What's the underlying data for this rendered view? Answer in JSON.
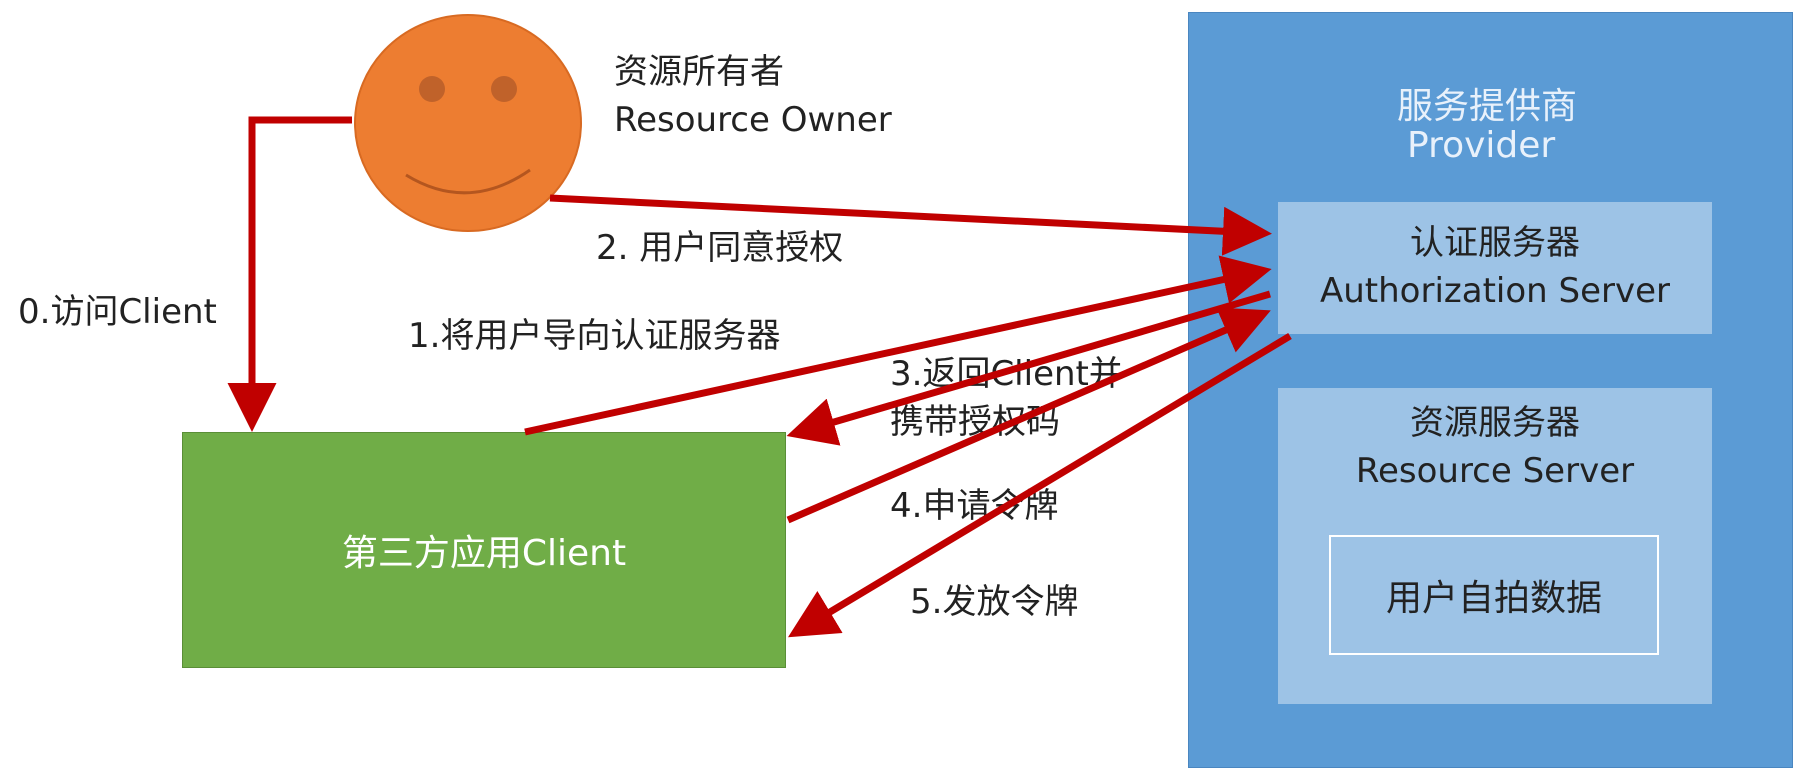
{
  "owner": {
    "label_cn": "资源所有者",
    "label_en": "Resource Owner"
  },
  "provider": {
    "title_cn": "服务提供商",
    "title_en": "Provider"
  },
  "auth_server": {
    "label_cn": "认证服务器",
    "label_en": "Authorization Server"
  },
  "resource_server": {
    "label_cn": "资源服务器",
    "label_en": "Resource Server",
    "data_label": "用户自拍数据"
  },
  "client": {
    "label": "第三方应用Client"
  },
  "steps": {
    "step0": "0.访问Client",
    "step1": "1.将用户导向认证服务器",
    "step2": "2. 用户同意授权",
    "step3_line1": "3.返回Client并",
    "step3_line2": "携带授权码",
    "step4": "4.申请令牌",
    "step5": "5.发放令牌"
  },
  "colors": {
    "owner_face": "#ed7d31",
    "client_fill": "#70ad47",
    "provider_fill": "#5b9bd5",
    "server_fill": "#9dc3e6",
    "arrow": "#c00000"
  },
  "icons": {
    "owner": "smiley-face-icon"
  }
}
